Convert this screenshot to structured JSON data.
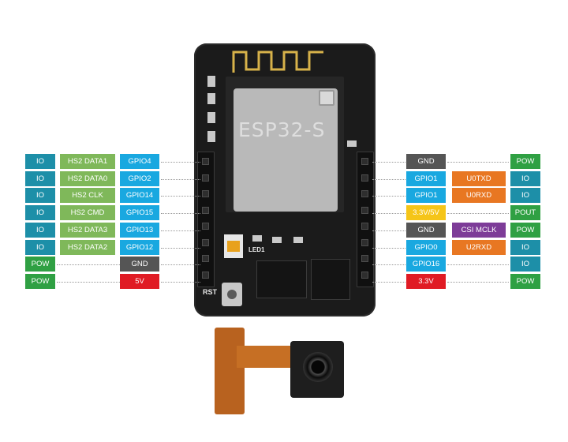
{
  "module_label": "ESP32-S",
  "board_labels": {
    "rst": "RST",
    "led": "LED1"
  },
  "colors": {
    "io": "#1d8fa8",
    "pow": "#2fa043",
    "gnd": "#555555",
    "v5": "#e01b24",
    "gpio": "#19a8e0",
    "sd": "#7fb85a",
    "uart": "#e87722",
    "csi": "#7d3c98",
    "v33": "#f5c518"
  },
  "left_rows": [
    {
      "type": "IO",
      "func": "HS2 DATA1",
      "gpio": "GPIO4"
    },
    {
      "type": "IO",
      "func": "HS2 DATA0",
      "gpio": "GPIO2"
    },
    {
      "type": "IO",
      "func": "HS2 CLK",
      "gpio": "GPIO14"
    },
    {
      "type": "IO",
      "func": "HS2 CMD",
      "gpio": "GPIO15"
    },
    {
      "type": "IO",
      "func": "HS2 DATA3",
      "gpio": "GPIO13"
    },
    {
      "type": "IO",
      "func": "HS2 DATA2",
      "gpio": "GPIO12"
    },
    {
      "type": "POW",
      "func": "",
      "gpio": "GND"
    },
    {
      "type": "POW",
      "func": "",
      "gpio": "5V"
    }
  ],
  "right_rows": [
    {
      "gpio": "GND",
      "func": "",
      "type": "POW"
    },
    {
      "gpio": "GPIO1",
      "func": "U0TXD",
      "type": "IO"
    },
    {
      "gpio": "GPIO1",
      "func": "U0RXD",
      "type": "IO"
    },
    {
      "gpio": "3.3V/5V",
      "func": "",
      "type": "POUT"
    },
    {
      "gpio": "GND",
      "func": "CSI MCLK",
      "type": "POW"
    },
    {
      "gpio": "GPIO0",
      "func": "U2RXD",
      "type": "IO"
    },
    {
      "gpio": "GPIO16",
      "func": "",
      "type": "IO"
    },
    {
      "gpio": "3.3V",
      "func": "",
      "type": "POW"
    }
  ]
}
